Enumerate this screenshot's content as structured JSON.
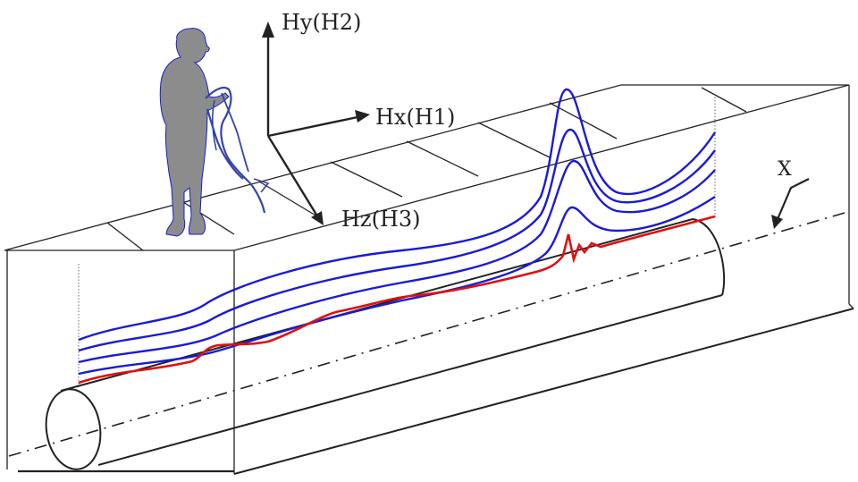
{
  "axes": {
    "hy_label": "Hy(H2)",
    "hx_label": "Hx(H1)",
    "hz_label": "Hz(H3)",
    "x_label": "X"
  },
  "colors": {
    "profile_curves": "#1a1ad6",
    "reference_curve": "#e01010",
    "outline": "#222222",
    "figure": "#8c8c8c",
    "cable": "#3344aa"
  },
  "icons": {
    "operator": "person-with-detector-icon"
  }
}
